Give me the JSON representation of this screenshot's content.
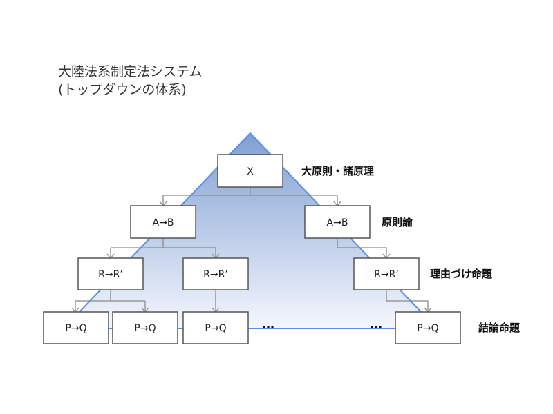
{
  "title": {
    "line1": "大陸法系制定法システム",
    "line2": "(トップダウンの体系)"
  },
  "nodes": {
    "root": "X",
    "l1_left": "A→B",
    "l1_right": "A→B",
    "l2_a": "R→R’",
    "l2_b": "R→R’",
    "l2_c": "R→R’",
    "l3_a": "P→Q",
    "l3_b": "P→Q",
    "l3_c": "P→Q",
    "l3_d": "P→Q"
  },
  "ellipsis": {
    "left": "…",
    "right": "…"
  },
  "levels": {
    "level0": "大原則・諸原理",
    "level1": "原則論",
    "level2": "理由づけ命題",
    "level3": "結論命題"
  },
  "colors": {
    "triangle_top": "#7f9fd1",
    "triangle_bottom": "#f4f7fd",
    "triangle_stroke": "#5b8ee6",
    "box_stroke": "#555555",
    "connector": "#8a8a8a"
  }
}
